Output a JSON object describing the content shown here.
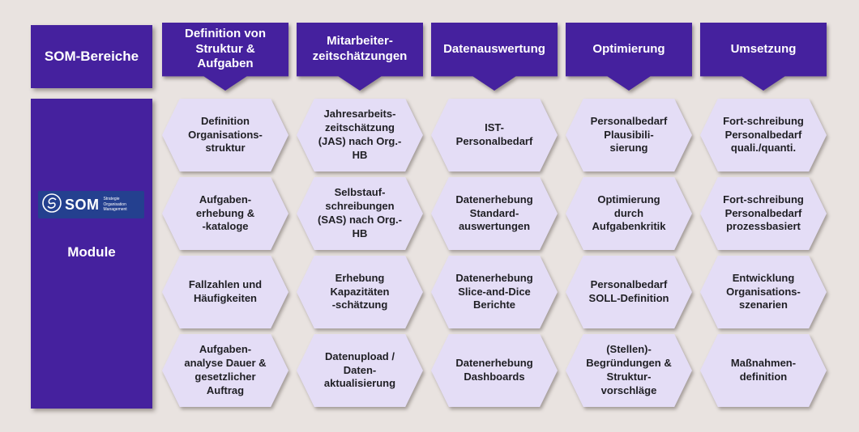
{
  "colors": {
    "background": "#e9e3e0",
    "header_purple": "#45219e",
    "hex_fill": "#e4ddf6",
    "hex_text": "#1f1f24",
    "logo_navy": "#24408f"
  },
  "sidebar": {
    "areas_label": "SOM-Bereiche",
    "module_label": "Module",
    "logo": {
      "text": "SOM",
      "subtext": "Strategie\nOrganisation\nManagement",
      "icon": "som-swirl-icon"
    }
  },
  "columns": [
    {
      "header": "Definition von\nStruktur &\nAufgaben",
      "modules": [
        "Definition\nOrganisations-\nstruktur",
        "Aufgaben-\nerhebung &\n-kataloge",
        "Fallzahlen und\nHäufigkeiten",
        "Aufgaben-\nanalyse Dauer &\ngesetzlicher\nAuftrag"
      ]
    },
    {
      "header": "Mitarbeiter-\nzeitschätzungen",
      "modules": [
        "Jahresarbeits-\nzeitschätzung\n(JAS) nach Org.-\nHB",
        "Selbstauf-\nschreibungen\n(SAS) nach Org.-\nHB",
        "Erhebung\nKapazitäten\n-schätzung",
        "Datenupload /\nDaten-\naktualisierung"
      ]
    },
    {
      "header": "Datenauswertung",
      "modules": [
        "IST-\nPersonalbedarf",
        "Datenerhebung\nStandard-\nauswertungen",
        "Datenerhebung\nSlice-and-Dice\nBerichte",
        "Datenerhebung\nDashboards"
      ]
    },
    {
      "header": "Optimierung",
      "modules": [
        "Personalbedarf\nPlausibili-\nsierung",
        "Optimierung\ndurch\nAufgabenkritik",
        "Personalbedarf\nSOLL-Definition",
        "(Stellen)-\nBegründungen &\nStruktur-\nvorschläge"
      ]
    },
    {
      "header": "Umsetzung",
      "modules": [
        "Fort-schreibung\nPersonalbedarf\nquali./quanti.",
        "Fort-schreibung\nPersonalbedarf\nprozessbasiert",
        "Entwicklung\nOrganisations-\nszenarien",
        "Maßnahmen-\ndefinition"
      ]
    }
  ]
}
